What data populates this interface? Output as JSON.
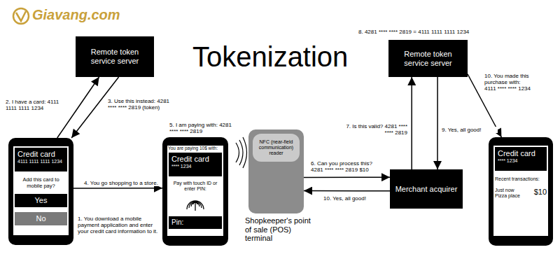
{
  "diagram": {
    "title": "Tokenization",
    "nodes": [
      {
        "text": [
          "Remote token service server"
        ]
      },
      {
        "text": [
          "Add this card to mobile pay?"
        ]
      },
      {
        "text": [
          "Credit card",
          "4111 1111 1111 1234"
        ],
        "in": 1
      },
      {
        "text": [
          "Yes"
        ],
        "in": 1
      },
      {
        "text": [
          "No"
        ],
        "in": 1
      },
      {
        "text": [
          "You are paying 10$ with:",
          "Pay with touch ID or enter PIN:"
        ]
      },
      {
        "text": [
          "Credit card",
          "**** 1234"
        ],
        "in": 5
      },
      {
        "text": [
          "Pin:"
        ],
        "in": 5
      },
      {
        "text": [
          "Shopkeeper's point of sale (POS) terminal"
        ]
      },
      {
        "text": [
          "NFC (near-field communication) reader"
        ],
        "in": 8
      },
      {
        "text": [
          "Remote token service server"
        ]
      },
      {
        "text": [
          "Merchant acquirer"
        ]
      },
      {
        "text": [
          "Recent transactions:",
          "Just now Pizza place",
          "$10"
        ]
      },
      {
        "text": [
          "Credit card",
          "**** 1234"
        ],
        "in": 12
      }
    ],
    "edges": [
      {
        "from": 1,
        "to": 0,
        "label": "2. I have a card: 4111 1111 1111 1234",
        "arrow": "to"
      },
      {
        "from": 0,
        "to": 1,
        "label": "3. Use this instead: 4281 **** **** 2819 (token)",
        "arrow": "to"
      },
      {
        "from": 1,
        "to": 5,
        "label": "4. You go shopping to a store.",
        "arrow": "to"
      },
      {
        "from": 8,
        "to": 11,
        "label": "6. Can you process this? 4281 **** **** 2819 $10",
        "arrow": "to"
      },
      {
        "from": 11,
        "to": 8,
        "label": "10. Yes, all good!",
        "arrow": "to"
      },
      {
        "from": 11,
        "to": 10,
        "label": "7. Is this valid? 4281 **** **** 2819",
        "arrow": "to"
      },
      {
        "from": 10,
        "to": 11,
        "label": "9. Yes, all good!",
        "arrow": "to"
      },
      {
        "from": 10,
        "to": 12,
        "label": "10. You made this purchase with: 4111 **** **** 1234",
        "arrow": "to"
      }
    ],
    "labels": [
      "Giavang.com",
      "1. You download a mobile payment application and enter your credit card information to it.",
      "5. I am paying with: 4281 **** **** 2819",
      "8. 4281 **** **** 2819 = 4111 1111 1111 1234"
    ]
  }
}
